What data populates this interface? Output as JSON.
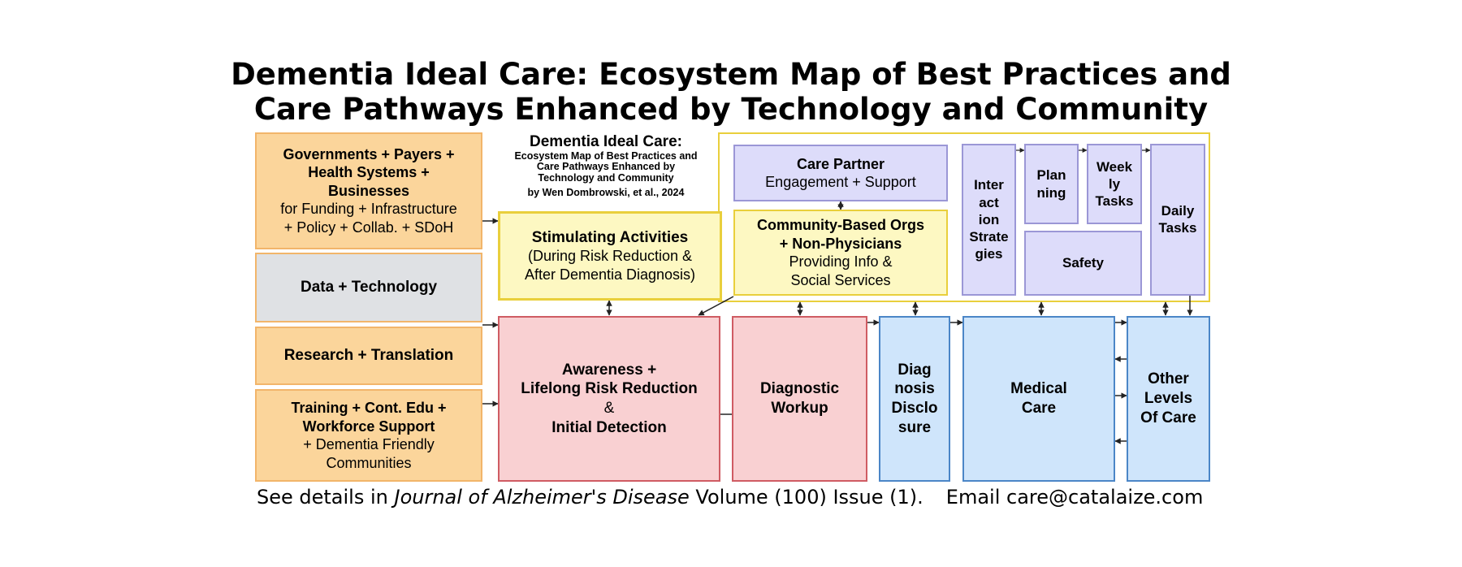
{
  "title": {
    "line1": "Dementia Ideal Care: Ecosystem Map of Best Practices and",
    "line2": "Care Pathways Enhanced by Technology and Community"
  },
  "subtitle_block": {
    "heading": "Dementia Ideal Care:",
    "sub1": "Ecosystem Map of Best Practices and",
    "sub2": "Care Pathways Enhanced by",
    "sub3": "Technology and Community",
    "author": "by Wen Dombrowski, et al., 2024"
  },
  "left_column": {
    "governments": {
      "line1": "Governments + Payers +",
      "line2": "Health Systems +",
      "line3": "Businesses",
      "line4": "for Funding  + Infrastructure",
      "line5": "+ Policy + Collab. + SDoH"
    },
    "data_tech": "Data + Technology",
    "research": "Research  +  Translation",
    "training": {
      "line1": "Training + Cont. Edu +",
      "line2": "Workforce Support",
      "line3": "+ Dementia  Friendly",
      "line4": "Communities"
    }
  },
  "stimulating": {
    "line1": "Stimulating Activities",
    "line2": "(During Risk Reduction &",
    "line3": "After Dementia Diagnosis)"
  },
  "care_partner": {
    "line1": "Care Partner",
    "line2": "Engagement  + Support"
  },
  "community": {
    "line1": "Community-Based Orgs",
    "line2": "+ Non-Physicians",
    "line3": "Providing Info &",
    "line4": "Social Services"
  },
  "interaction": [
    "Inter",
    "act",
    "ion",
    "Strate",
    "gies"
  ],
  "planning": [
    "Plan",
    "ning"
  ],
  "weekly": [
    "Week",
    "ly",
    "Tasks"
  ],
  "daily": [
    "Daily",
    "Tasks"
  ],
  "safety": "Safety",
  "awareness": {
    "line1": "Awareness +",
    "line2": "Lifelong Risk Reduction",
    "line3": "&",
    "line4": "Initial Detection"
  },
  "diagnostic": [
    "Diagnostic",
    "Workup"
  ],
  "disclosure": [
    "Diag",
    "nosis",
    "Disclo",
    "sure"
  ],
  "medical": [
    "Medical",
    "Care"
  ],
  "other_levels": [
    "Other",
    "Levels",
    "Of Care"
  ],
  "footer": {
    "prefix": "See details in ",
    "journal": "Journal of Alzheimer's Disease",
    "volume": " Volume (100) Issue (1).",
    "email": "Email care@catalaize.com"
  },
  "colors": {
    "orange_fill": "#fbd59b",
    "yellow_fill": "#fdf8c2",
    "lavender_fill": "#dddcfa",
    "pink_fill": "#f9d0d2",
    "blue_fill": "#cfe5fb",
    "gray_fill": "#dfe1e4"
  }
}
